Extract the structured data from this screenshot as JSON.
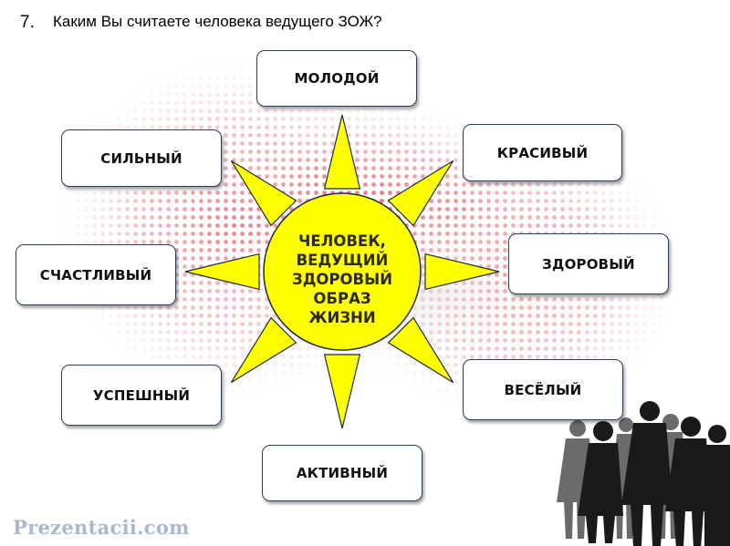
{
  "slide": {
    "number": "7.",
    "question": "Каким Вы считаете человека ведущего ЗОЖ?"
  },
  "center": {
    "lines": [
      "ЧЕЛОВЕК,",
      "ВЕДУЩИЙ",
      "ЗДОРОВЫЙ",
      "ОБРАЗ",
      "ЖИЗНИ"
    ],
    "fill_color": "#ffff00"
  },
  "ray_color": "#ffff00",
  "qualities": {
    "top": "МОЛОДОЙ",
    "top_right": "КРАСИВЫЙ",
    "right": "ЗДОРОВЫЙ",
    "bottom_right": "ВЕСЁЛЫЙ",
    "bottom": "АКТИВНЫЙ",
    "bottom_left": "УСПЕШНЫЙ",
    "left": "СЧАСТЛИВЫЙ",
    "top_left": "СИЛЬНЫЙ"
  },
  "watermark": "Prezentacii.com"
}
